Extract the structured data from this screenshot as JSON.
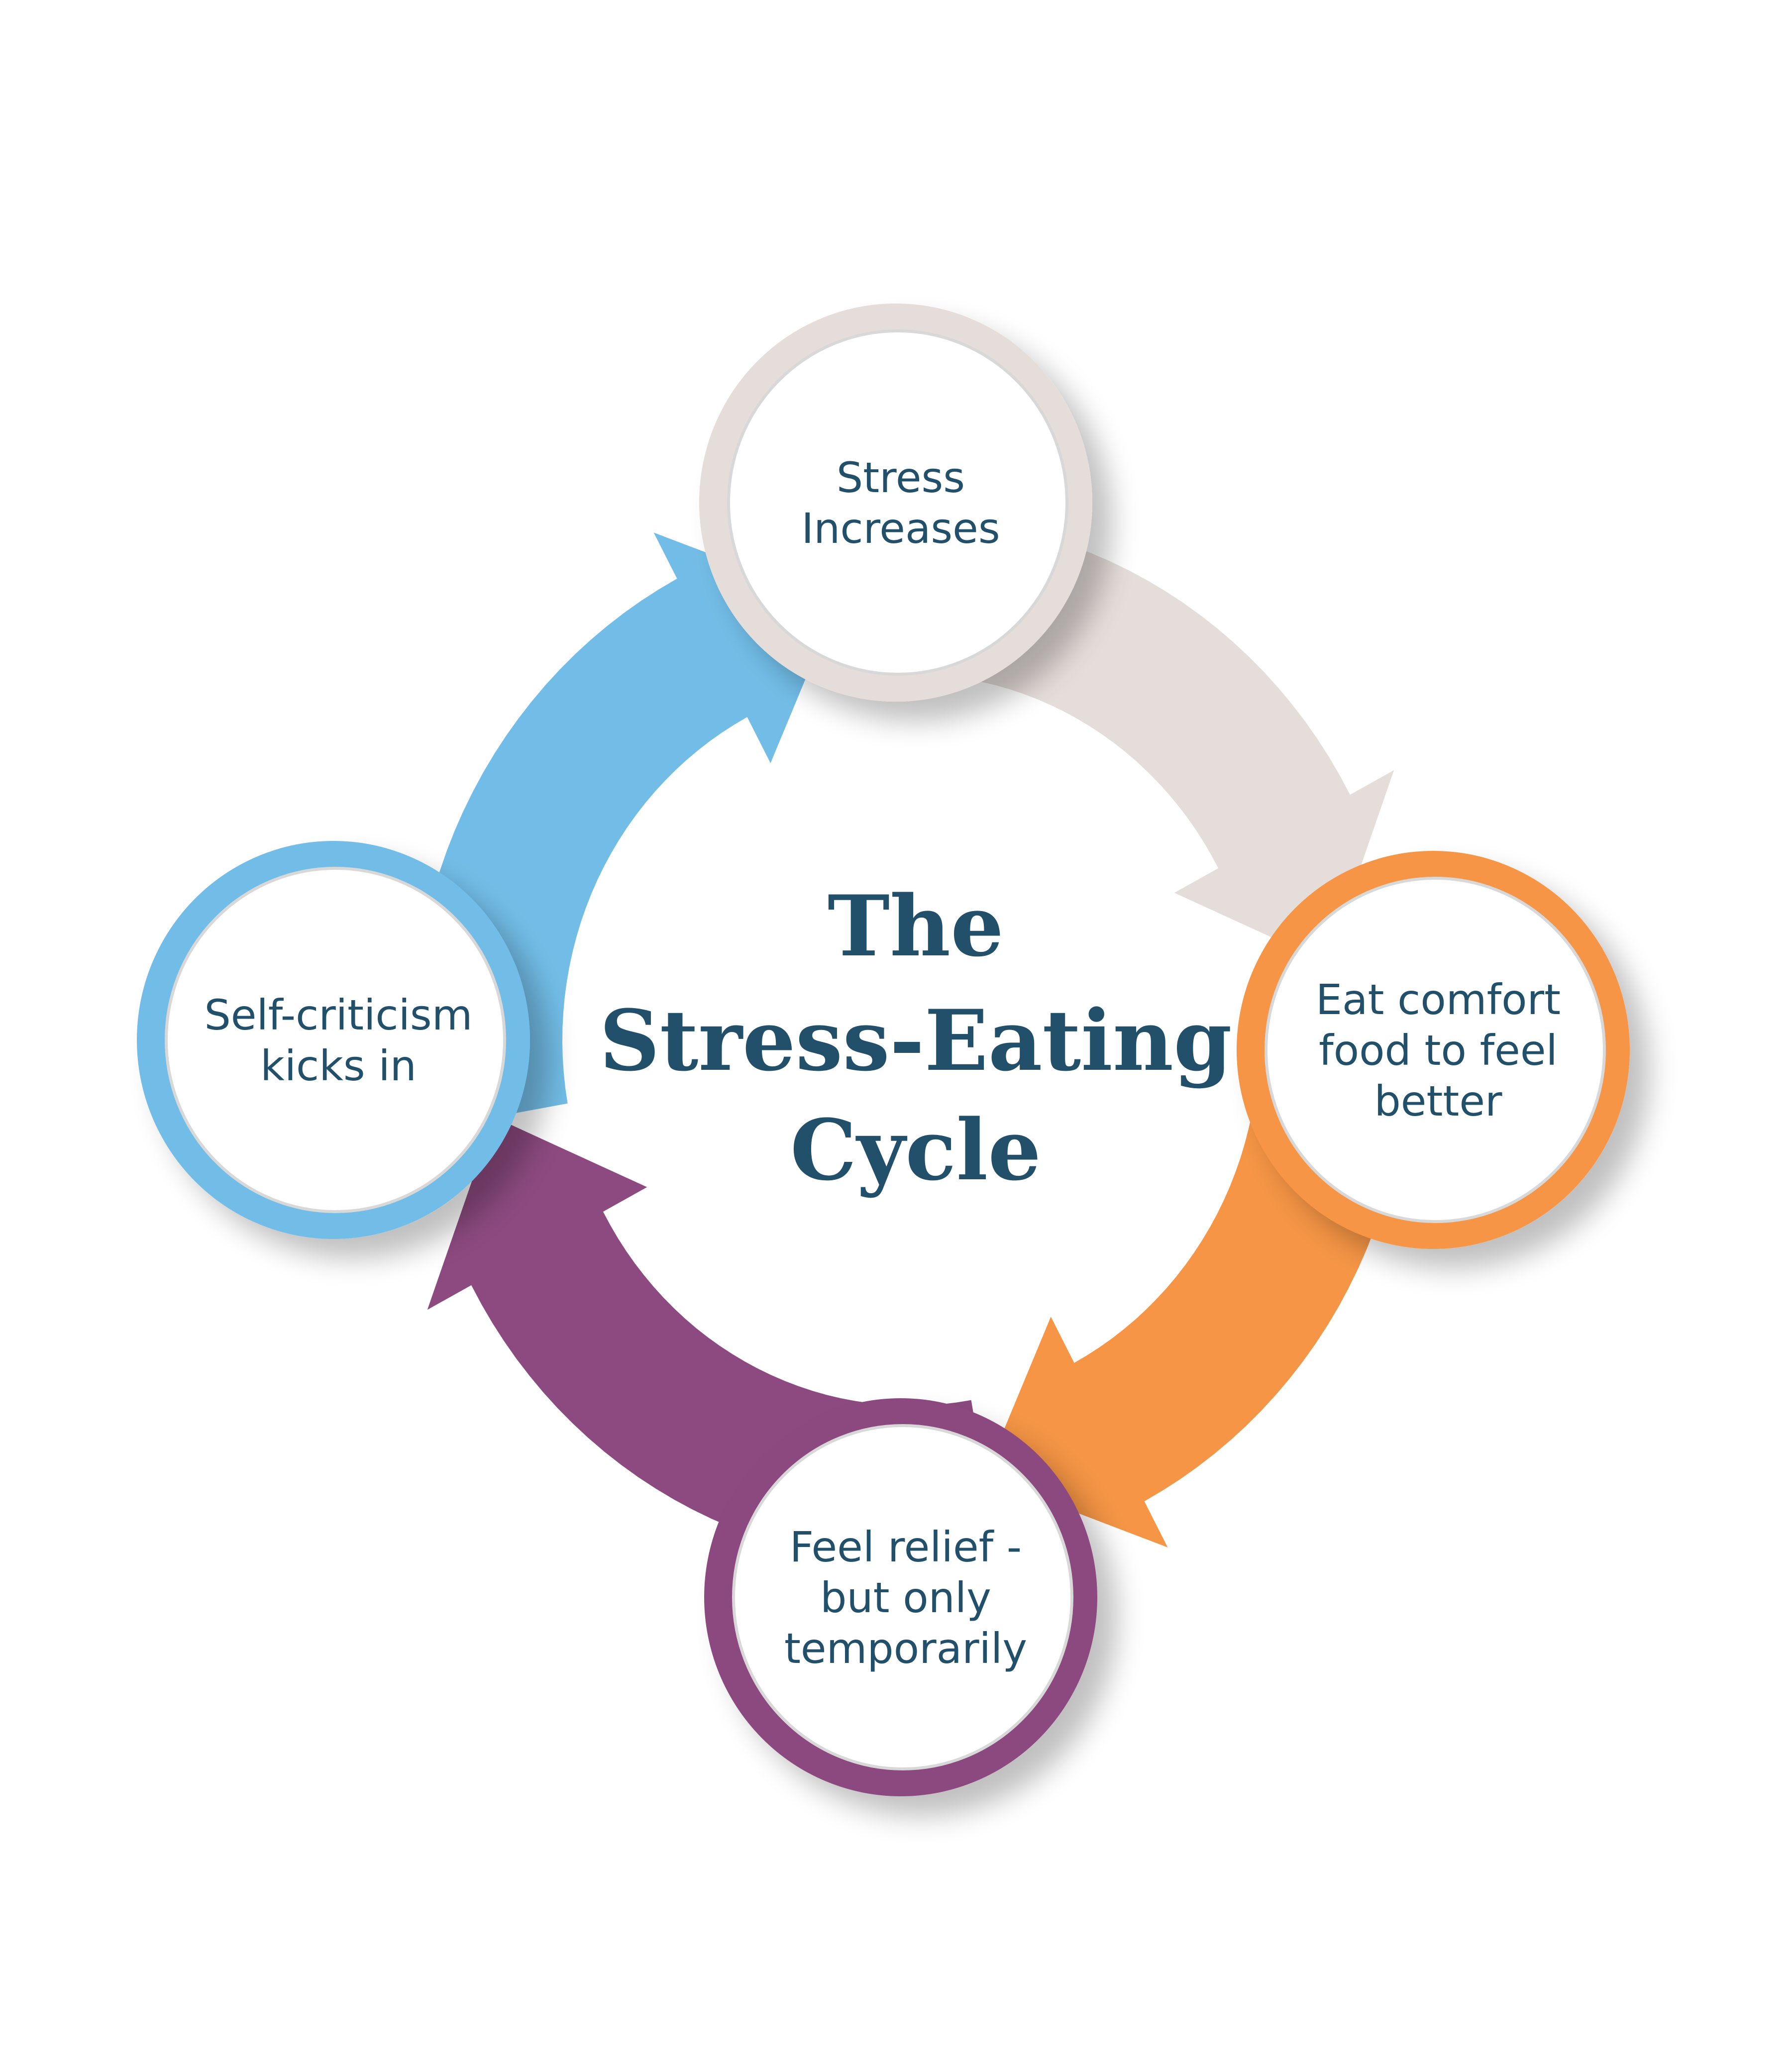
{
  "title": {
    "lines": [
      "The",
      "Stress-Eating",
      "Cycle"
    ]
  },
  "colors": {
    "text": "#22506b",
    "stage_1": "#e5ddda",
    "stage_2": "#f59545",
    "stage_3": "#8c4a80",
    "stage_4": "#72bde7",
    "background": "#ffffff"
  },
  "stages": [
    {
      "name": "stress-increases",
      "color": "#e5ddda",
      "lines": [
        "Stress",
        "Increases"
      ]
    },
    {
      "name": "eat-comfort-food",
      "color": "#f59545",
      "lines": [
        "Eat comfort",
        "food to feel",
        "better"
      ]
    },
    {
      "name": "feel-relief",
      "color": "#8c4a80",
      "lines": [
        "Feel relief -",
        "but only",
        "temporarily"
      ]
    },
    {
      "name": "self-criticism",
      "color": "#72bde7",
      "lines": [
        "Self-criticism",
        "kicks in"
      ]
    }
  ],
  "flow": "clockwise"
}
